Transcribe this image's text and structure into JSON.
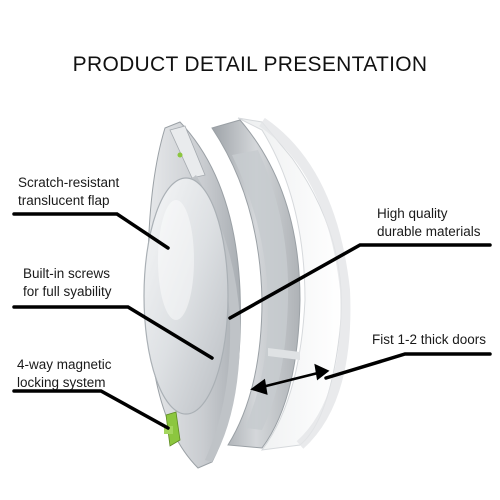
{
  "title": "PRODUCT DETAIL PRESENTATION",
  "callouts": {
    "flap": {
      "line1": "Scratch-resistant",
      "line2": "translucent flap"
    },
    "screws": {
      "line1": "Built-in screws",
      "line2": "for full syability"
    },
    "lock": {
      "line1": "4-way magnetic",
      "line2": "locking system"
    },
    "materials": {
      "line1": "High quality",
      "line2": "durable materials"
    },
    "doors": {
      "line1": "Fist 1-2 thick doors"
    }
  },
  "colors": {
    "lock_knob": "#8cc63f",
    "leader_line": "#000000"
  },
  "icons": [
    "double-arrow-icon"
  ]
}
